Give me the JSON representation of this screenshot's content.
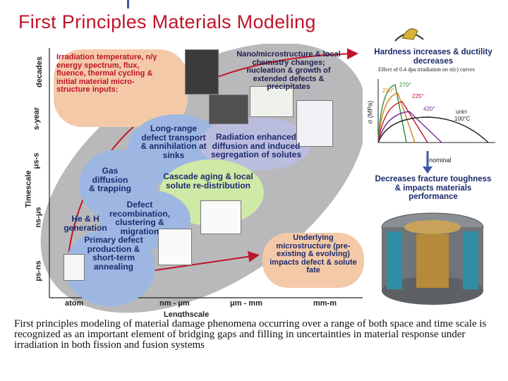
{
  "title": "First Principles Materials Modeling",
  "axes": {
    "y_title": "Timescale",
    "y_ticks": [
      "ps-ns",
      "ns-μs",
      "μs-s",
      "s-year",
      "decades"
    ],
    "x_title": "Lengthscale",
    "x_ticks": [
      "atom",
      "nm - μm",
      "μm - mm",
      "mm-m"
    ]
  },
  "bubbles": {
    "inputs": "Irradiation temperature, n/γ energy spectrum, flux, fluence, thermal cycling & initial material micro-structure inputs:",
    "nano": "Nano/microstructure & local chemistry changes; nucleation & growth of extended defects & precipitates",
    "long_range": "Long-range defect transport & annihilation at sinks",
    "radiation_enhanced": "Radiation enhanced diffusion and induced segregation of solutes",
    "gas": "Gas diffusion & trapping",
    "cascade": "Cascade aging & local solute re-distribution",
    "defect_recomb": "Defect recombination, clustering & migration",
    "he_h": "He & H generation",
    "primary": "Primary defect production & short-term annealing",
    "underlying": "Underlying microstructure (pre-existing & evolving) impacts defect & solute fate"
  },
  "right_panel": {
    "hardness": "Hardness increases & ductility decreases",
    "curve_title": "Effect of 0.4 dpa irradiation on σ(ε) curves",
    "y_label": "σ (MPa)",
    "temps": [
      "270°",
      "210°",
      "225°",
      "420°",
      "100°C"
    ],
    "unirr": "unirr",
    "nominal": "nominal",
    "fracture": "Decreases fracture toughness & impacts materials performance"
  },
  "caption": "First principles modeling of material damage phenomena occurring over a range of both space and time scale is recognized as an important element of bridging gaps and filling in uncertainties in material response under irradiation in both fission and fusion systems",
  "colors": {
    "title": "#c0142a",
    "gray_ellipse": "#b9b9bb",
    "orange": "#f4c9a8",
    "blue": "#9db7e2",
    "green": "#cfe9a6",
    "purple": "#bbbddf",
    "arrow": "#c0142a"
  }
}
